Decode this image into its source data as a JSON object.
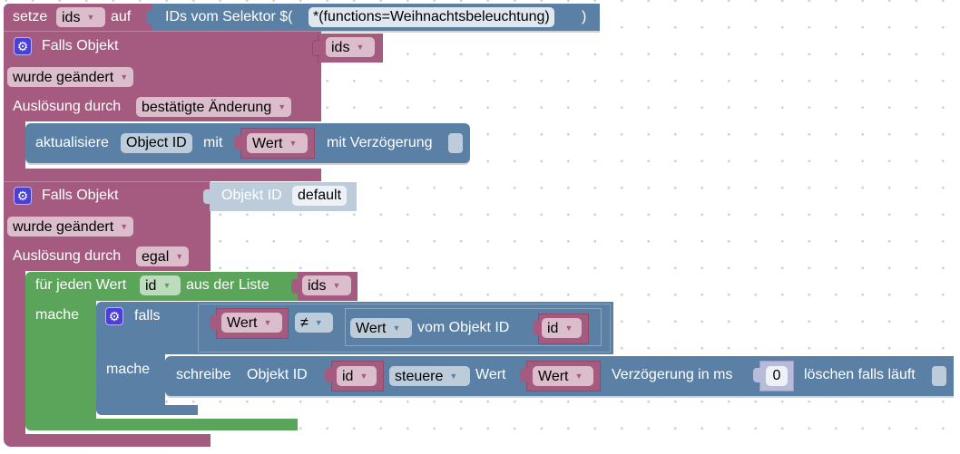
{
  "workspace": {
    "background": "#ffffff",
    "grid_dot_color": "#d0d0d0"
  },
  "colors": {
    "variables_block": "#a55b80",
    "io_block": "#5b80a5",
    "loop_block": "#5ba55b",
    "trigger_block": "#a55b80",
    "field_pink": "#dbbdcc",
    "field_blue": "#bdccdb",
    "field_green": "#bddbbd",
    "gear_icon": "#4a3fd6"
  },
  "set_block": {
    "label_set": "setze",
    "variable": "ids",
    "label_to": "auf",
    "selector": {
      "label": "IDs vom Selektor $(",
      "value": "*(functions=Weihnachtsbeleuchtung)",
      "close": ")"
    }
  },
  "trigger1": {
    "title": "Falls Objekt",
    "object_input": {
      "variable": "ids"
    },
    "condition": "wurde geändert",
    "trigger_label": "Auslösung durch",
    "trigger_value": "bestätigte Änderung",
    "update_block": {
      "label": "aktualisiere",
      "object_id": "Object ID",
      "with_label": "mit",
      "value": "Wert",
      "delay_label": "mit Verzögerung",
      "delay_checked": false
    }
  },
  "trigger2": {
    "title": "Falls Objekt",
    "object_input": {
      "label": "Objekt ID",
      "value": "default"
    },
    "condition": "wurde geändert",
    "trigger_label": "Auslösung durch",
    "trigger_value": "egal",
    "foreach_block": {
      "label": "für jeden Wert",
      "variable": "id",
      "list_label": "aus der Liste",
      "list_variable": "ids",
      "do_label": "mache",
      "if_block": {
        "label": "falls",
        "do_label": "mache",
        "condition": {
          "left": "Wert",
          "operator": "≠",
          "right": {
            "attribute": "Wert",
            "label": "vom Objekt ID",
            "variable": "id"
          }
        },
        "write_block": {
          "label": "schreibe",
          "object_id_label": "Objekt ID",
          "object_variable": "id",
          "mode": "steuere",
          "value_label": "Wert",
          "value": "Wert",
          "delay_label": "Verzögerung in ms",
          "delay_value": "0",
          "clear_label": "löschen falls läuft",
          "clear_checked": false
        }
      }
    }
  }
}
